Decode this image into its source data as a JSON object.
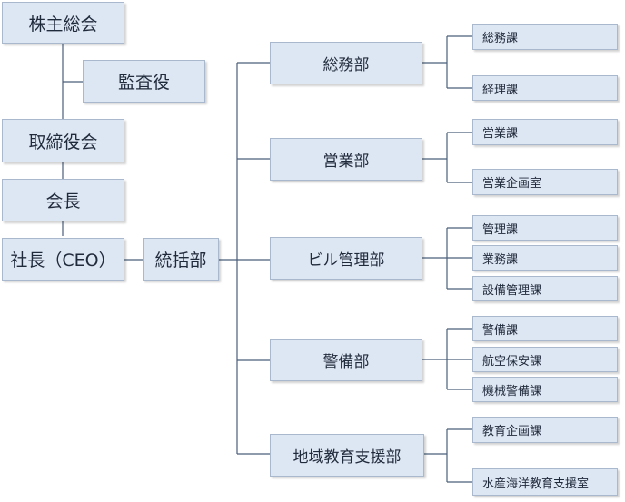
{
  "org": {
    "shareholders": "株主総会",
    "auditor": "監査役",
    "board": "取締役会",
    "chairman": "会長",
    "president": "社長（CEO）",
    "general_division": "統括部",
    "departments": [
      {
        "name": "総務部",
        "sections": [
          "総務課",
          "経理課"
        ]
      },
      {
        "name": "営業部",
        "sections": [
          "営業課",
          "営業企画室"
        ]
      },
      {
        "name": "ビル管理部",
        "sections": [
          "管理課",
          "業務課",
          "設備管理課"
        ]
      },
      {
        "name": "警備部",
        "sections": [
          "警備課",
          "航空保安課",
          "機械警備課"
        ]
      },
      {
        "name": "地域教育支援部",
        "sections": [
          "教育企画課",
          "水産海洋教育支援室"
        ]
      }
    ]
  },
  "colors": {
    "box_fill": "#dde6f3",
    "box_border": "#a9b8cc",
    "line": "#4a5f7a"
  }
}
